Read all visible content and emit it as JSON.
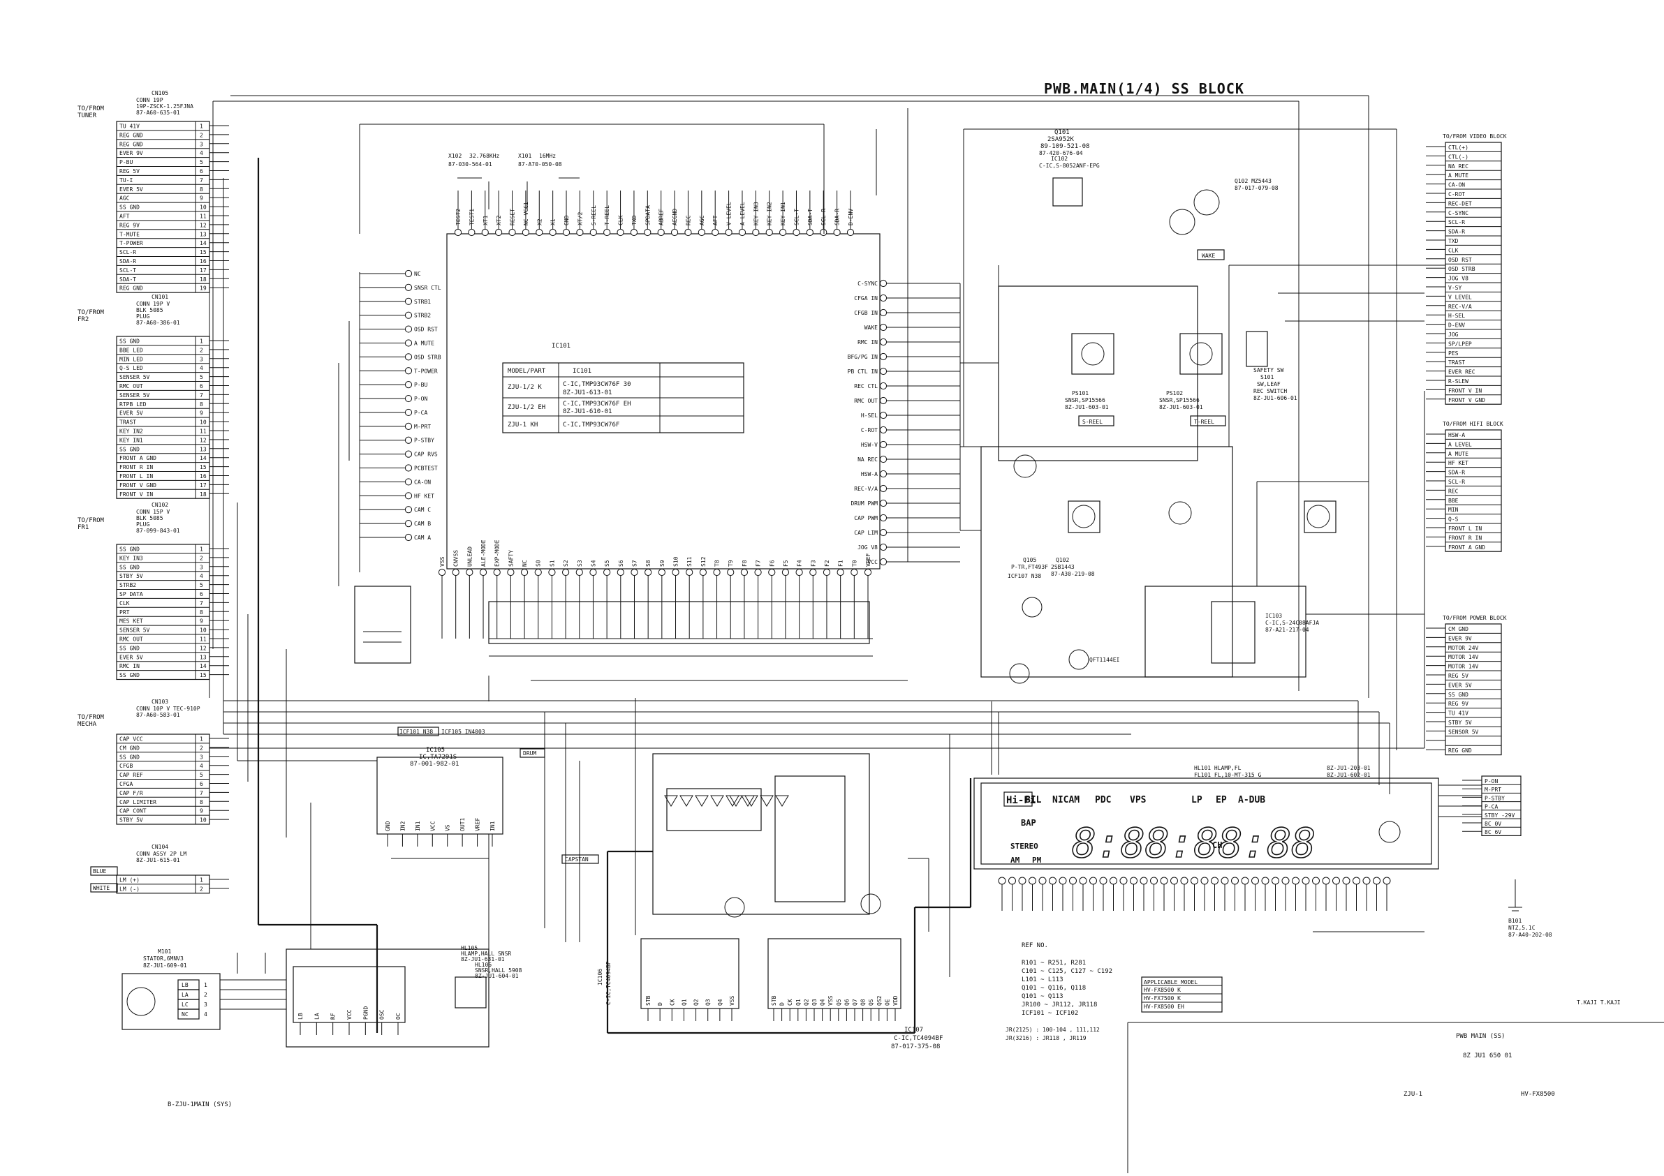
{
  "title": "PWB.MAIN(1/4) SS BLOCK",
  "left_connectors": [
    {
      "dir": "TO/FROM",
      "target": "TUNER",
      "cn": "CN105",
      "desc": [
        "CONN 19P",
        "19P-ZSCK-1.25FJNA",
        "87-A60-635-01"
      ],
      "pins": [
        "TU 41V",
        "REG GND",
        "REG GND",
        "EVER 9V",
        "P-BU",
        "REG 5V",
        "TU-I",
        "EVER 5V",
        "AGC",
        "SS GND",
        "AFT",
        "REG 9V",
        "T-MUTE",
        "T-POWER",
        "SCL-R",
        "SDA-R",
        "SCL-T",
        "SDA-T",
        "REG GND"
      ]
    },
    {
      "dir": "TO/FROM",
      "target": "FR2",
      "cn": "CN101",
      "desc": [
        "CONN 19P V",
        "BLK 5085",
        "PLUG",
        "87-A60-386-01"
      ],
      "pins": [
        "SS GND",
        "BBE LED",
        "MIN LED",
        "Q-S LED",
        "SENSER 5V",
        "RMC OUT",
        "SENSER 5V",
        "RTPB LED",
        "EVER 5V",
        "TRAST",
        "KEY IN2",
        "KEY IN1",
        "SS GND",
        "FRONT A GND",
        "FRONT R IN",
        "FRONT L IN",
        "FRONT V GND",
        "FRONT V IN"
      ]
    },
    {
      "dir": "TO/FROM",
      "target": "FR1",
      "cn": "CN102",
      "desc": [
        "CONN 15P V",
        "BLK 5085",
        "PLUG",
        "87-099-843-01"
      ],
      "pins": [
        "SS GND",
        "KEY IN3",
        "SS GND",
        "STBY 5V",
        "STRB2",
        "SP DATA",
        "CLK",
        "PRT",
        "MES KET",
        "SENSER 5V",
        "RMC OUT",
        "SS GND",
        "EVER 5V",
        "RMC IN",
        "SS GND"
      ]
    },
    {
      "dir": "TO/FROM",
      "target": "MECHA",
      "cn": "CN103",
      "desc": [
        "CONN 10P V TEC-910P",
        "87-A60-583-01"
      ],
      "pins": [
        "CAP VCC",
        "CM GND",
        "SS GND",
        "CFGB",
        "CAP REF",
        "CFGA",
        "CAP F/R",
        "CAP LIMITER",
        "CAP CONT",
        "STBY 5V"
      ]
    },
    {
      "dir": "",
      "target": "",
      "cn": "CN104",
      "desc": [
        "CONN ASSY 2P LM",
        "8Z-JU1-615-01"
      ],
      "pins": [
        "LM (+)",
        "LM (-)"
      ]
    }
  ],
  "wire_tags": [
    "BLUE",
    "WHITE"
  ],
  "right_connectors": [
    {
      "header": "TO/FROM VIDEO BLOCK",
      "pins": [
        "CTL(+)",
        "CTL(-)",
        "NA REC",
        "A MUTE",
        "CA-ON",
        "C-ROT",
        "REC-DET",
        "C-SYNC",
        "SCL-R",
        "SDA-R",
        "TXD",
        "CLK",
        "OSD RST",
        "OSD STRB",
        "JOG V8",
        "V-SY",
        "V LEVEL",
        "REC-V/A",
        "H-SEL",
        "D-ENV",
        "JOG",
        "SP/LPEP",
        "PES",
        "TRAST",
        "EVER REC",
        "R-SLEW",
        "FRONT V IN",
        "FRONT V GND"
      ]
    },
    {
      "header": "TO/FROM HIFI BLOCK",
      "pins": [
        "HSW-A",
        "A LEVEL",
        "A MUTE",
        "HF KET",
        "SDA-R",
        "SCL-R",
        "REC",
        "BBE",
        "MIN",
        "Q-S",
        "FRONT L IN",
        "FRONT R IN",
        "FRONT A GND"
      ]
    },
    {
      "header": "TO/FROM POWER BLOCK",
      "pins": [
        "CM GND",
        "EVER 9V",
        "MOTOR 24V",
        "MOTOR 14V",
        "MOTOR 14V",
        "REG 5V",
        "EVER 5V",
        "SS GND",
        "REG 9V",
        "TU 41V",
        "STBY 5V",
        "SENSOR 5V",
        "",
        "REG GND"
      ]
    },
    {
      "header": "",
      "pins": [
        "P-ON",
        "M-PRT",
        "P-STBY",
        "P-CA",
        "STBY -29V",
        "8C 0V",
        "8C 6V"
      ]
    }
  ],
  "ic101": {
    "ref": "IC101",
    "crystals": [
      {
        "ref": "X102",
        "value": "32.768KHz",
        "part": "87-030-564-01"
      },
      {
        "ref": "X101",
        "value": "16MHz",
        "part": "87-A70-050-08"
      }
    ],
    "top_pins": [
      "TEST2",
      "TEST1",
      "XT1",
      "XT2",
      "RESET",
      "NC VCC1",
      "X2",
      "X1",
      "GND",
      "XT/2",
      "S-REEL",
      "T-REEL",
      "CLK",
      "TXD",
      "SPDATA",
      "ABREF",
      "AEGND",
      "REC",
      "AGC",
      "AFT",
      "V LEVEL",
      "A LEVEL",
      "KEY IN3",
      "KEY IN2",
      "KEY IN1",
      "SCL-T",
      "SDA-T",
      "SCL-R",
      "SDA-R",
      "D-ENV"
    ],
    "left_pins": [
      "NC",
      "SNSR CTL",
      "STRB1",
      "STRB2",
      "OSD RST",
      "A MUTE",
      "OSD STRB",
      "T-POWER",
      "P-BU",
      "P-ON",
      "P-CA",
      "M-PRT",
      "P-STBY",
      "CAP RVS",
      "PCBTEST",
      "CA-ON",
      "HF KET",
      "CAM C",
      "CAM B",
      "CAM A"
    ],
    "right_pins": [
      "C-SYNC",
      "CFGA IN",
      "CFGB IN",
      "WAKE",
      "RMC IN",
      "BFG/PG IN",
      "PB CTL IN",
      "REC CTL",
      "RMC OUT",
      "H-SEL",
      "C-ROT",
      "HSW-V",
      "NA REC",
      "HSW-A",
      "REC-V/A",
      "DRUM PWM",
      "CAP PWM",
      "CAP LIM",
      "JOG V8",
      "VCC"
    ],
    "bottom_pins": [
      "VSS",
      "CNVSS",
      "UNLEAD",
      "ALE-MODE",
      "EXP-MODE",
      "SAFTY",
      "NC",
      "S0",
      "S1",
      "S2",
      "S3",
      "S4",
      "S5",
      "S6",
      "S7",
      "S8",
      "S9",
      "S10",
      "S11",
      "S12",
      "T8",
      "T9",
      "F8",
      "F7",
      "F6",
      "F5",
      "F4",
      "F3",
      "F2",
      "F1",
      "T0",
      "VREF"
    ]
  },
  "model_table": {
    "headers": [
      "MODEL/PART",
      "IC101"
    ],
    "rows": [
      [
        "ZJU-1/2 K",
        "C-IC,TMP93CW76F 30",
        "8Z-JU1-613-01"
      ],
      [
        "ZJU-1/2 EH",
        "C-IC,TMP93CW76F EH",
        "8Z-JU1-610-01"
      ],
      [
        "ZJU-1 KH",
        "C-IC,TMP93CW76F",
        ""
      ]
    ]
  },
  "components": {
    "q101": [
      "Q101",
      "2SA952K",
      "89-109-521-08"
    ],
    "q102": [
      "Q102 MZ5443",
      "87-017-079-08"
    ],
    "wake": "WAKE",
    "ps101": [
      "PS101",
      "SNSR,SP15566",
      "8Z-JU1-603-01"
    ],
    "ps102": [
      "PS102",
      "SNSR,SP15566",
      "8Z-JU1-603-01"
    ],
    "s_reel": "S-REEL",
    "t_reel": "T-REEL",
    "safety_sw": [
      "SAFETY SW",
      "S101",
      "SW,LEAF",
      "REC SWITCH",
      "8Z-JU1-606-01"
    ],
    "ic102": [
      "IC102",
      "C-IC,S-8052ANF-EPG",
      "87-420-676-04"
    ],
    "ic103": [
      "IC103",
      "C-IC,S-24C08AFJA",
      "87-A21-217-04"
    ],
    "q105": [
      "Q105",
      "P-TR,FT493F",
      "ICF107 N38"
    ],
    "q102b": [
      "Q102",
      "2SB1443",
      "87-A30-219-08"
    ],
    "q107": "QFT1144EI",
    "ic105": [
      "IC105",
      "IC,TA7291S",
      "87-001-982-01"
    ],
    "ic105_pins": [
      "GND",
      "IN2",
      "IN1",
      "VCC",
      "VS",
      "OUT1",
      "VREF",
      "IN1"
    ],
    "icf101": [
      "ICF101 N38",
      "ICF105 IN4003"
    ],
    "capstan": "CAPSTAN",
    "drum": "DRUM",
    "ic106": [
      "IC106",
      "C-IC,TC4094BF"
    ],
    "ic107": [
      "IC107",
      "C-IC,TC4094BF",
      "87-017-375-08"
    ],
    "ic106_pins": [
      "STB",
      "D",
      "CK",
      "Q1",
      "Q2",
      "Q3",
      "Q4",
      "VSS",
      "Q5",
      "Q6",
      "Q7",
      "Q8",
      "QS",
      "QS2",
      "OE",
      "VDD"
    ],
    "ic108_pins": [
      "STB",
      "D",
      "CK",
      "Q1",
      "Q2",
      "Q3",
      "Q4",
      "VSS",
      "Q5",
      "Q6",
      "Q7",
      "Q8",
      "QS",
      "QS2",
      "OE",
      "VDD"
    ],
    "m101": [
      "M101",
      "STATOR,6MNV3",
      "8Z-JU1-609-01"
    ],
    "m101_pins": [
      "LB",
      "LA",
      "LC",
      "NC"
    ],
    "hl105": [
      "HL105",
      "HLAMP,HALL SNSR",
      "8Z-JU1-631-01",
      "HL106",
      "SNSR,HALL 5908",
      "8Z-JU1-604-01"
    ],
    "ic_lm_pins": [
      "LB",
      "LA",
      "RF",
      "VCC",
      "PGND",
      "OSC",
      "OC"
    ],
    "fl101": [
      "HL101 HLAMP,FL",
      "8Z-JU1-203-01",
      "FL101 FL,10-MT-315 G",
      "8Z-JU1-602-01"
    ],
    "b101": [
      "B101",
      "NTZ,5.1C",
      "87-A40-202-08"
    ],
    "display": {
      "hifi": "Hi-Fi",
      "segments_top": [
        "BIL",
        "NICAM",
        "PDC",
        "VPS",
        "LP",
        "EP",
        "A-DUB"
      ],
      "bap": "BAP",
      "stereo": "STEREO",
      "am": "AM",
      "pm": "PM",
      "ch": "CH",
      "digits": "8:88:88:88"
    }
  },
  "ref_no": {
    "title": "REF NO.",
    "lines": [
      "R101 ~ R251, R281",
      "C101 ~ C125, C127 ~ C192",
      "L101 ~ L113",
      "Q101 ~ Q116, Q118",
      "Q101 ~ Q113",
      "JR100 ~ JR112, JR118",
      "ICF101 ~ ICF102"
    ],
    "jr_lines": [
      "JR(2125) : 100-104 , 111,112",
      "JR(3216) : JR118 , JR119"
    ]
  },
  "applicable_model": {
    "title": "APPLICABLE MODEL",
    "models": [
      "HV-FX8500 K",
      "HV-FX7500 K",
      "HV-FX8500 EH"
    ]
  },
  "title_block": {
    "sign": "T.KAJI  T.KAJI",
    "board": "PWB MAIN (SS)",
    "part": "8Z  JU1  650  01",
    "code": "ZJU-1",
    "model": "HV-FX8500"
  },
  "footer_note": "B-ZJU-1MAIN (SYS)"
}
